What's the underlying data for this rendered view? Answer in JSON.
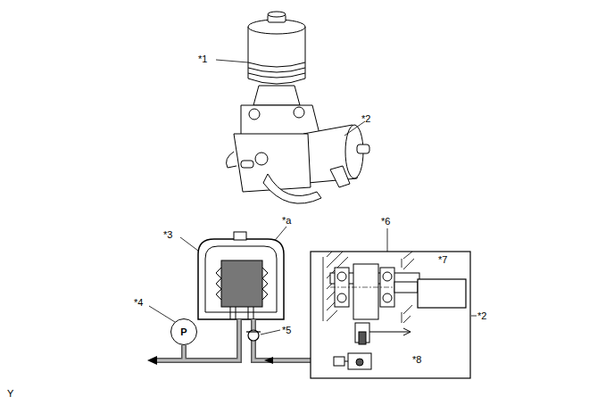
{
  "diagram": {
    "nodes": [
      {
        "text": [
          "P"
        ]
      }
    ],
    "labels": [
      "*1",
      "*2",
      "*a",
      "*3",
      "*6",
      "*7",
      "*2",
      "*4",
      "*5",
      "*8",
      "Y"
    ]
  }
}
